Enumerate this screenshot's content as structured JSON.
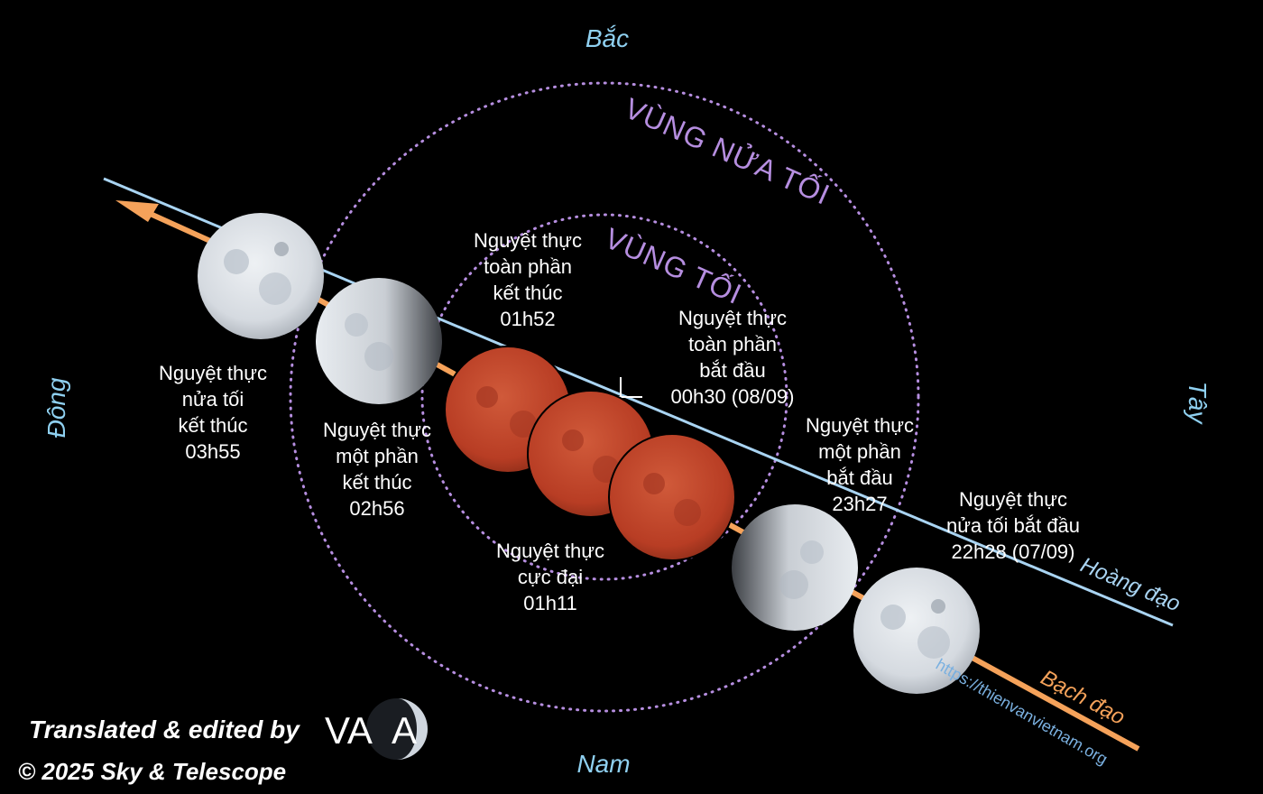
{
  "directions": {
    "north": "Bắc",
    "south": "Nam",
    "east": "Đông",
    "west": "Tây"
  },
  "zones": {
    "penumbra": "VÙNG NỬA TỐI",
    "umbra": "VÙNG TỐI"
  },
  "paths": {
    "ecliptic": "Hoàng đạo",
    "moon_path": "Bạch đạo"
  },
  "events": {
    "penumbral_begin": {
      "lines": [
        "Nguyệt thực",
        "nửa tối bắt đầu",
        "22h28 (07/09)"
      ]
    },
    "partial_begin": {
      "lines": [
        "Nguyệt thực",
        "một phần",
        "bắt đầu",
        "23h27"
      ]
    },
    "total_begin": {
      "lines": [
        "Nguyệt thực",
        "toàn phần",
        "bắt đầu",
        "00h30 (08/09)"
      ]
    },
    "maximum": {
      "lines": [
        "Nguyệt thực",
        "cực đại",
        "01h11"
      ]
    },
    "total_end": {
      "lines": [
        "Nguyệt thực",
        "toàn phần",
        "kết thúc",
        "01h52"
      ]
    },
    "partial_end": {
      "lines": [
        "Nguyệt thực",
        "một phần",
        "kết thúc",
        "02h56"
      ]
    },
    "penumbral_end": {
      "lines": [
        "Nguyệt thực",
        "nửa tối",
        "kết thúc",
        "03h55"
      ]
    }
  },
  "credits": {
    "translated": "Translated & edited by",
    "logo_left": "VA",
    "logo_right": "A",
    "copyright": "© 2025 Sky & Telescope",
    "website": "https://thienvanvietnam.org"
  },
  "colors": {
    "ecliptic": "#a9d4f2",
    "moon_path": "#f5a25a",
    "shadow_circle": "#b68ee0",
    "eclipsed_moon": "#c2452a",
    "full_moon": "#dfe3e8",
    "direction_text": "#8fd0f0"
  }
}
